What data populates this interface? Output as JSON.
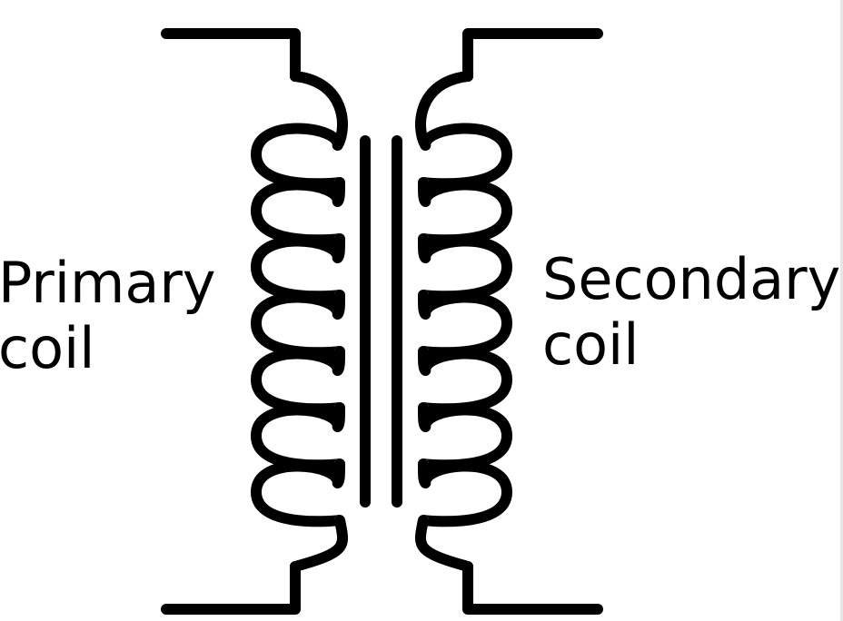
{
  "labels": {
    "primary": {
      "line1": "Primary",
      "line2": "coil"
    },
    "secondary": {
      "line1": "Secondary",
      "line2": "coil"
    }
  },
  "colors": {
    "background": "#ffffff",
    "stroke": "#000000",
    "text": "#000000"
  }
}
